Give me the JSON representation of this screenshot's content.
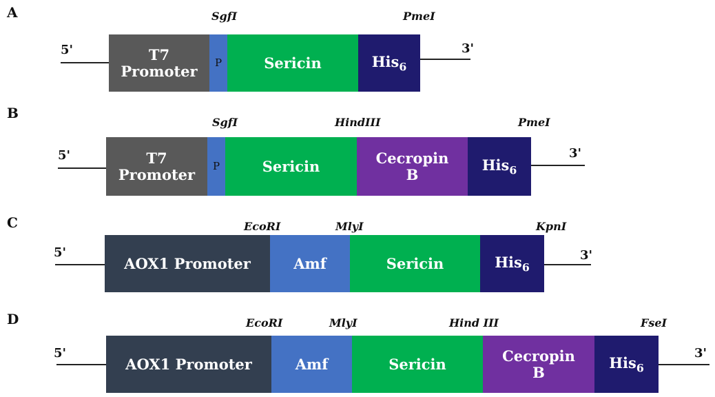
{
  "panels": {
    "A": {
      "label": "A",
      "five_prime": "5'",
      "three_prime": "3'",
      "sites": [
        "SgfI",
        "PmeI"
      ],
      "blocks": [
        {
          "line1": "T7",
          "line2": "Promoter",
          "color": "#595959"
        },
        {
          "text": "P",
          "color": "#4472C4"
        },
        {
          "text": "Sericin",
          "color": "#00B050"
        },
        {
          "text": "His",
          "sub": "6",
          "color": "#1F1B6E"
        }
      ]
    },
    "B": {
      "label": "B",
      "five_prime": "5'",
      "three_prime": "3'",
      "sites": [
        "SgfI",
        "HindIII",
        "PmeI"
      ],
      "blocks": [
        {
          "line1": "T7",
          "line2": "Promoter",
          "color": "#595959"
        },
        {
          "text": "P",
          "color": "#4472C4"
        },
        {
          "text": "Sericin",
          "color": "#00B050"
        },
        {
          "line1": "Cecropin",
          "line2": "B",
          "color": "#7030A0"
        },
        {
          "text": "His",
          "sub": "6",
          "color": "#1F1B6E"
        }
      ]
    },
    "C": {
      "label": "C",
      "five_prime": "5'",
      "three_prime": "3'",
      "sites": [
        "EcoRI",
        "MlyI",
        "KpnI"
      ],
      "blocks": [
        {
          "text": "AOX1 Promoter",
          "color": "#333F50"
        },
        {
          "text": "Amf",
          "color": "#4472C4"
        },
        {
          "text": "Sericin",
          "color": "#00B050"
        },
        {
          "text": "His",
          "sub": "6",
          "color": "#1F1B6E"
        }
      ]
    },
    "D": {
      "label": "D",
      "five_prime": "5'",
      "three_prime": "3'",
      "sites": [
        "EcoRI",
        "MlyI",
        "Hind III",
        "FseI"
      ],
      "blocks": [
        {
          "text": "AOX1 Promoter",
          "color": "#333F50"
        },
        {
          "text": "Amf",
          "color": "#4472C4"
        },
        {
          "text": "Sericin",
          "color": "#00B050"
        },
        {
          "line1": "Cecropin",
          "line2": "B",
          "color": "#7030A0"
        },
        {
          "text": "His",
          "sub": "6",
          "color": "#1F1B6E"
        }
      ]
    }
  }
}
